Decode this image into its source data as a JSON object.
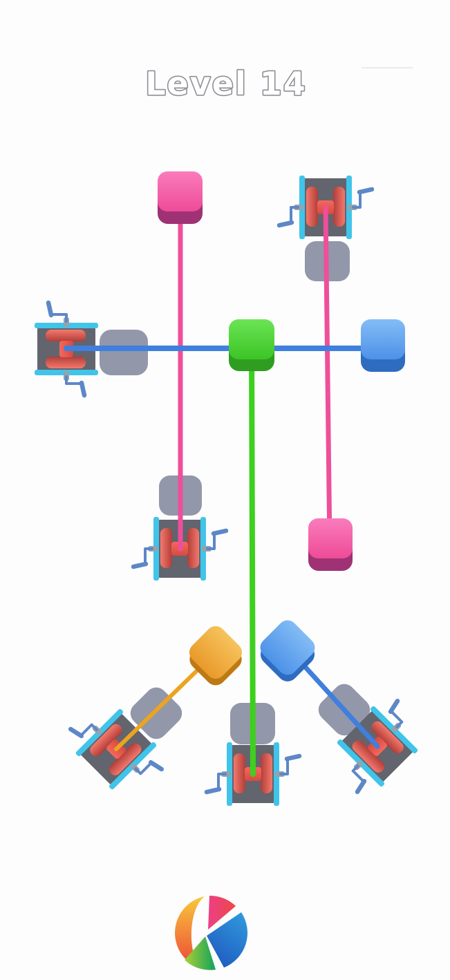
{
  "header": {
    "title": "Level 14"
  },
  "colors": {
    "background": "#fdfdfd",
    "title_fill": "#ffffff",
    "title_outline": "#8f8f96",
    "slot_gray": "#8e93a7",
    "winch_plate": "#62646e",
    "winch_rail": "#41c4e9",
    "spool_light": "#f4796d",
    "spool_dark": "#b23d38",
    "barrel_light": "#f4685c",
    "barrel_dark": "#d74a40",
    "axle_gray": "#97a2ad",
    "crank_blue": "#5d87c7",
    "rope_pink": "#ee4f9b",
    "rope_blue": "#3f7fdd",
    "rope_green": "#3ecf1f",
    "rope_orange": "#eca41f",
    "block_pink_light": "#fa7cbc",
    "block_pink": "#ee4b97",
    "block_pink_dark": "#9e3274",
    "block_green_light": "#6ce455",
    "block_green": "#3cc426",
    "block_green_dark": "#2f9e20",
    "block_blue_light": "#83bcf6",
    "block_blue": "#4d92e8",
    "block_blue_dark": "#2e6cc0",
    "block_orange_light": "#f6c35c",
    "block_orange": "#e9992a",
    "block_orange_dark": "#bd7a14",
    "logo_yellow": "#f8c83a",
    "logo_red": "#ec4538",
    "logo_pink": "#ec3f87",
    "logo_pink_red": "#ed4848",
    "logo_blue_light": "#2f96dc",
    "logo_blue_dark": "#1f58be",
    "logo_green_light": "#aacf35",
    "logo_green_dark": "#12a35c"
  },
  "board": {
    "blocks": [
      {
        "id": "pink-block-top",
        "color": "pink",
        "rotation_deg": 0
      },
      {
        "id": "green-block-center",
        "color": "green",
        "rotation_deg": 0
      },
      {
        "id": "blue-block-right",
        "color": "blue",
        "rotation_deg": 0
      },
      {
        "id": "pink-block-bottom",
        "color": "pink",
        "rotation_deg": 0
      },
      {
        "id": "orange-block",
        "color": "orange",
        "rotation_deg": 45
      },
      {
        "id": "blue-block-bottom",
        "color": "blue",
        "rotation_deg": 45
      }
    ],
    "slots": [
      {
        "id": "slot-top-right",
        "occupied": false
      },
      {
        "id": "slot-left",
        "occupied": false
      },
      {
        "id": "slot-middle",
        "occupied": false
      },
      {
        "id": "slot-bottom-left",
        "occupied": false
      },
      {
        "id": "slot-bottom-center",
        "occupied": false
      },
      {
        "id": "slot-bottom-right",
        "occupied": false
      }
    ],
    "winches": [
      {
        "id": "winch-top-right",
        "rope": "pink",
        "rope_exit": "down"
      },
      {
        "id": "winch-left",
        "rope": "blue",
        "rope_exit": "right"
      },
      {
        "id": "winch-middle",
        "rope": "pink",
        "rope_exit": "up"
      },
      {
        "id": "winch-bottom-left",
        "rope": "orange",
        "rope_exit": "up-right"
      },
      {
        "id": "winch-bottom-center",
        "rope": "green",
        "rope_exit": "up"
      },
      {
        "id": "winch-bottom-right",
        "rope": "blue",
        "rope_exit": "up-left"
      }
    ],
    "ropes": [
      {
        "id": "rope-pink-left",
        "color": "pink",
        "from": "pink-block-top",
        "to": "winch-middle"
      },
      {
        "id": "rope-pink-right",
        "color": "pink",
        "from": "winch-top-right",
        "to": "pink-block-bottom"
      },
      {
        "id": "rope-blue-horizontal",
        "color": "blue",
        "from": "winch-left",
        "to": "blue-block-right",
        "passes_behind": "green-block-center"
      },
      {
        "id": "rope-green-vertical",
        "color": "green",
        "from": "green-block-center",
        "to": "winch-bottom-center"
      },
      {
        "id": "rope-orange-diagonal",
        "color": "orange",
        "from": "orange-block",
        "to": "winch-bottom-left"
      },
      {
        "id": "rope-blue-diagonal",
        "color": "blue",
        "from": "blue-block-bottom",
        "to": "winch-bottom-right"
      }
    ]
  },
  "footer": {
    "logo": "kwalee-logo"
  }
}
